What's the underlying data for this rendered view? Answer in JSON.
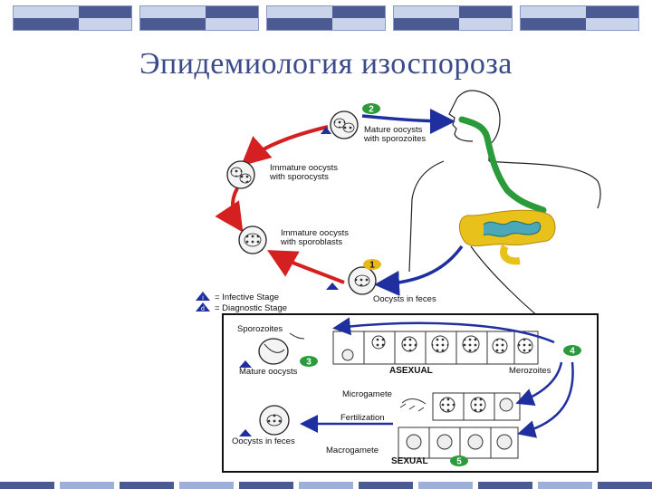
{
  "title": "Эпидемиология изоспороза",
  "cycle": {
    "step_mature": "2",
    "step_oocyst": "1",
    "mature_line1": "Mature oocysts",
    "mature_line2": "with sporozoites",
    "imm1_line1": "Immature oocysts",
    "imm1_line2": "with sporocysts",
    "imm2_line1": "Immature oocysts",
    "imm2_line2": "with sporoblasts",
    "oocyst_feces": "Oocysts in feces"
  },
  "legend": {
    "infective_marker": "i",
    "infective_text": "= Infective Stage",
    "diagnostic_marker": "d",
    "diagnostic_text": "= Diagnostic Stage"
  },
  "inset": {
    "sporozoites": "Sporozoites",
    "mature_oocysts": "Mature oocysts",
    "step3": "3",
    "asexual": "ASEXUAL",
    "merozoites": "Merozoites",
    "step4": "4",
    "microgamete": "Microgamete",
    "fertilization": "Fertilization",
    "macrogamete": "Macrogamete",
    "oocysts_feces": "Oocysts in feces",
    "sexual": "SEXUAL",
    "step5": "5"
  },
  "colors": {
    "title": "#3a4a8a",
    "red_arrow": "#d42020",
    "blue_arrow": "#1f2fa0",
    "esophagus": "#2a9a3a",
    "colon": "#e8c21a",
    "intestine": "#3aa0b0",
    "badge": "#2a9a3a",
    "badge_yellow": "#e8b818"
  }
}
